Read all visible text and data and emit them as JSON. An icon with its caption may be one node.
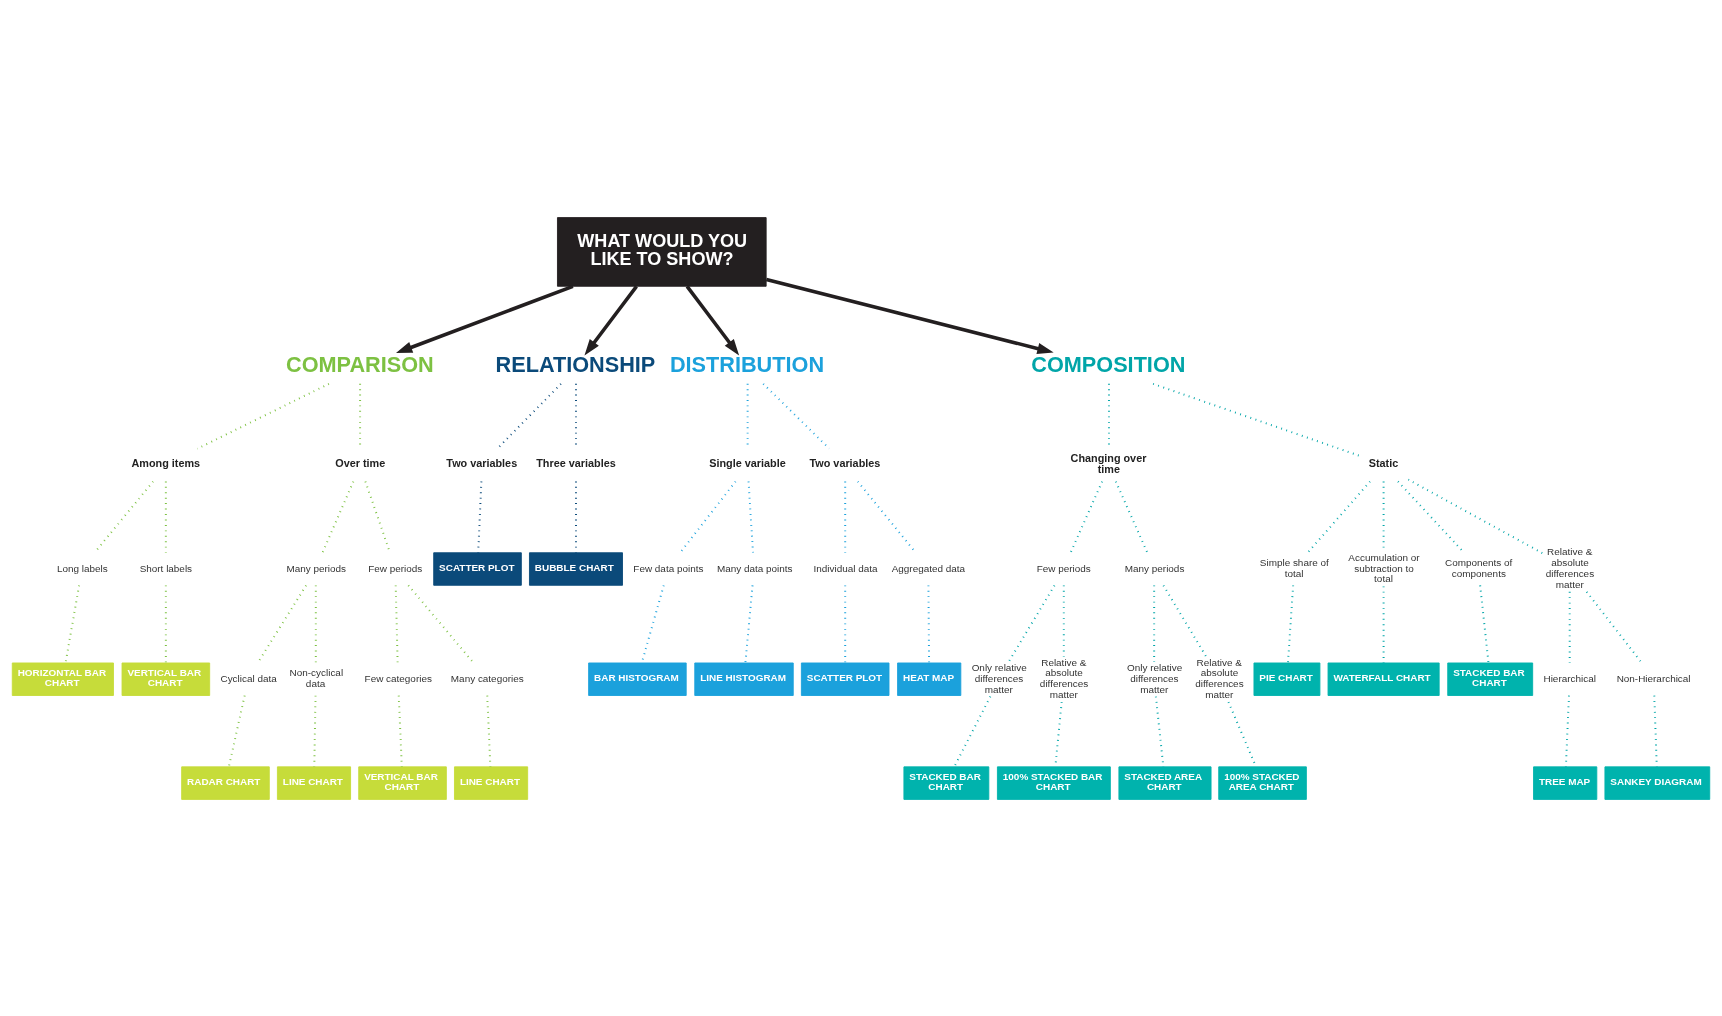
{
  "diagram": {
    "nodes": [
      {
        "text": [
          "WHAT WOULD YOU LIKE TO SHOW?"
        ]
      },
      {
        "text": [
          "COMPARISON"
        ]
      },
      {
        "text": [
          "RELATIONSHIP"
        ]
      },
      {
        "text": [
          "DISTRIBUTION"
        ]
      },
      {
        "text": [
          "COMPOSITION"
        ]
      },
      {
        "text": [
          "Among items"
        ]
      },
      {
        "text": [
          "Over time"
        ]
      },
      {
        "text": [
          "Long labels"
        ]
      },
      {
        "text": [
          "Short labels"
        ]
      },
      {
        "text": [
          "Many periods"
        ]
      },
      {
        "text": [
          "Few periods"
        ]
      },
      {
        "text": [
          "Cyclical data"
        ]
      },
      {
        "text": [
          "Non-cyclical data"
        ]
      },
      {
        "text": [
          "Few categories"
        ]
      },
      {
        "text": [
          "Many categories"
        ]
      },
      {
        "text": [
          "HORIZONTAL BAR CHART"
        ]
      },
      {
        "text": [
          "VERTICAL BAR CHART"
        ]
      },
      {
        "text": [
          "RADAR CHART"
        ]
      },
      {
        "text": [
          "LINE CHART"
        ]
      },
      {
        "text": [
          "VERTICAL BAR CHART"
        ]
      },
      {
        "text": [
          "LINE CHART"
        ]
      },
      {
        "text": [
          "Two variables"
        ]
      },
      {
        "text": [
          "Three variables"
        ]
      },
      {
        "text": [
          "SCATTER PLOT"
        ]
      },
      {
        "text": [
          "BUBBLE CHART"
        ]
      },
      {
        "text": [
          "Single variable"
        ]
      },
      {
        "text": [
          "Two variables"
        ]
      },
      {
        "text": [
          "Few data points"
        ]
      },
      {
        "text": [
          "Many data points"
        ]
      },
      {
        "text": [
          "BAR HISTOGRAM"
        ]
      },
      {
        "text": [
          "LINE HISTOGRAM"
        ]
      },
      {
        "text": [
          "Individual data"
        ]
      },
      {
        "text": [
          "Aggregated data"
        ]
      },
      {
        "text": [
          "SCATTER PLOT"
        ]
      },
      {
        "text": [
          "HEAT MAP"
        ]
      },
      {
        "text": [
          "Changing over time"
        ]
      },
      {
        "text": [
          "Static"
        ]
      },
      {
        "text": [
          "Few periods"
        ]
      },
      {
        "text": [
          "Many periods"
        ]
      },
      {
        "text": [
          "Only relative differences matter"
        ]
      },
      {
        "text": [
          "Relative & absolute differences matter"
        ]
      },
      {
        "text": [
          "Only relative differences matter"
        ]
      },
      {
        "text": [
          "Relative & absolute differences matter"
        ]
      },
      {
        "text": [
          "STACKED BAR CHART"
        ]
      },
      {
        "text": [
          "100% STACKED BAR CHART"
        ]
      },
      {
        "text": [
          "STACKED AREA CHART"
        ]
      },
      {
        "text": [
          "100% STACKED AREA CHART"
        ]
      },
      {
        "text": [
          "Simple share of total"
        ]
      },
      {
        "text": [
          "Accumulation or subtraction to total"
        ]
      },
      {
        "text": [
          "Components of components"
        ]
      },
      {
        "text": [
          "Relative & absolute differences matter"
        ]
      },
      {
        "text": [
          "PIE CHART"
        ]
      },
      {
        "text": [
          "WATERFALL CHART"
        ]
      },
      {
        "text": [
          "STACKED BAR CHART"
        ]
      },
      {
        "text": [
          "Hierarchical"
        ]
      },
      {
        "text": [
          "Non-Hierarchical"
        ]
      },
      {
        "text": [
          "TREE MAP"
        ]
      },
      {
        "text": [
          "SANKEY DIAGRAM"
        ]
      }
    ],
    "edges": [
      {
        "from": 0,
        "to": 1,
        "arrow": "to",
        "color": "#231f20"
      },
      {
        "from": 0,
        "to": 2,
        "arrow": "to",
        "color": "#231f20"
      },
      {
        "from": 0,
        "to": 3,
        "arrow": "to",
        "color": "#231f20"
      },
      {
        "from": 0,
        "to": 4,
        "arrow": "to",
        "color": "#231f20"
      },
      {
        "from": 1,
        "to": 5,
        "arrow": "none",
        "style": "dashed",
        "color": "#7dc142"
      },
      {
        "from": 1,
        "to": 6,
        "arrow": "none",
        "style": "dashed",
        "color": "#7dc142"
      },
      {
        "from": 5,
        "to": 7,
        "arrow": "none",
        "style": "dashed",
        "color": "#7dc142"
      },
      {
        "from": 5,
        "to": 8,
        "arrow": "none",
        "style": "dashed",
        "color": "#7dc142"
      },
      {
        "from": 6,
        "to": 9,
        "arrow": "none",
        "style": "dashed",
        "color": "#7dc142"
      },
      {
        "from": 6,
        "to": 10,
        "arrow": "none",
        "style": "dashed",
        "color": "#7dc142"
      },
      {
        "from": 9,
        "to": 11,
        "arrow": "none",
        "style": "dashed",
        "color": "#7dc142"
      },
      {
        "from": 9,
        "to": 12,
        "arrow": "none",
        "style": "dashed",
        "color": "#7dc142"
      },
      {
        "from": 10,
        "to": 13,
        "arrow": "none",
        "style": "dashed",
        "color": "#7dc142"
      },
      {
        "from": 10,
        "to": 14,
        "arrow": "none",
        "style": "dashed",
        "color": "#7dc142"
      },
      {
        "from": 7,
        "to": 15,
        "arrow": "none",
        "style": "dashed",
        "color": "#7dc142"
      },
      {
        "from": 8,
        "to": 16,
        "arrow": "none",
        "style": "dashed",
        "color": "#7dc142"
      },
      {
        "from": 11,
        "to": 17,
        "arrow": "none",
        "style": "dashed",
        "color": "#7dc142"
      },
      {
        "from": 12,
        "to": 18,
        "arrow": "none",
        "style": "dashed",
        "color": "#7dc142"
      },
      {
        "from": 13,
        "to": 19,
        "arrow": "none",
        "style": "dashed",
        "color": "#7dc142"
      },
      {
        "from": 14,
        "to": 20,
        "arrow": "none",
        "style": "dashed",
        "color": "#7dc142"
      },
      {
        "from": 2,
        "to": 21,
        "arrow": "none",
        "style": "dashed",
        "color": "#0b4a7a"
      },
      {
        "from": 2,
        "to": 22,
        "arrow": "none",
        "style": "dashed",
        "color": "#0b4a7a"
      },
      {
        "from": 21,
        "to": 23,
        "arrow": "none",
        "style": "dashed",
        "color": "#0b4a7a"
      },
      {
        "from": 22,
        "to": 24,
        "arrow": "none",
        "style": "dashed",
        "color": "#0b4a7a"
      },
      {
        "from": 3,
        "to": 25,
        "arrow": "none",
        "style": "dashed",
        "color": "#1ba1dc"
      },
      {
        "from": 3,
        "to": 26,
        "arrow": "none",
        "style": "dashed",
        "color": "#1ba1dc"
      },
      {
        "from": 25,
        "to": 27,
        "arrow": "none",
        "style": "dashed",
        "color": "#1ba1dc"
      },
      {
        "from": 25,
        "to": 28,
        "arrow": "none",
        "style": "dashed",
        "color": "#1ba1dc"
      },
      {
        "from": 27,
        "to": 29,
        "arrow": "none",
        "style": "dashed",
        "color": "#1ba1dc"
      },
      {
        "from": 28,
        "to": 30,
        "arrow": "none",
        "style": "dashed",
        "color": "#1ba1dc"
      },
      {
        "from": 26,
        "to": 31,
        "arrow": "none",
        "style": "dashed",
        "color": "#1ba1dc"
      },
      {
        "from": 26,
        "to": 32,
        "arrow": "none",
        "style": "dashed",
        "color": "#1ba1dc"
      },
      {
        "from": 31,
        "to": 33,
        "arrow": "none",
        "style": "dashed",
        "color": "#1ba1dc"
      },
      {
        "from": 32,
        "to": 34,
        "arrow": "none",
        "style": "dashed",
        "color": "#1ba1dc"
      },
      {
        "from": 4,
        "to": 35,
        "arrow": "none",
        "style": "dashed"
      },
      {
        "from": 4,
        "to": 36,
        "arrow": "none",
        "style": "dashed"
      },
      {
        "from": 35,
        "to": 37,
        "arrow": "none",
        "style": "dashed"
      },
      {
        "from": 35,
        "to": 38,
        "arrow": "none",
        "style": "dashed"
      },
      {
        "from": 37,
        "to": 39,
        "arrow": "none",
        "style": "dashed"
      },
      {
        "from": 37,
        "to": 40,
        "arrow": "none",
        "style": "dashed"
      },
      {
        "from": 38,
        "to": 41,
        "arrow": "none",
        "style": "dashed"
      },
      {
        "from": 38,
        "to": 42,
        "arrow": "none",
        "style": "dashed"
      },
      {
        "from": 39,
        "to": 43,
        "arrow": "none",
        "style": "dashed"
      },
      {
        "from": 40,
        "to": 44,
        "arrow": "none",
        "style": "dashed"
      },
      {
        "from": 41,
        "to": 45,
        "arrow": "none",
        "style": "dashed"
      },
      {
        "from": 42,
        "to": 46,
        "arrow": "none",
        "style": "dashed"
      },
      {
        "from": 36,
        "to": 47,
        "arrow": "none",
        "style": "dashed"
      },
      {
        "from": 36,
        "to": 48,
        "arrow": "none",
        "style": "dashed"
      },
      {
        "from": 36,
        "to": 49,
        "arrow": "none",
        "style": "dashed"
      },
      {
        "from": 36,
        "to": 50,
        "arrow": "none",
        "style": "dashed"
      },
      {
        "from": 47,
        "to": 51,
        "arrow": "none",
        "style": "dashed"
      },
      {
        "from": 48,
        "to": 52,
        "arrow": "none",
        "style": "dashed"
      },
      {
        "from": 49,
        "to": 53,
        "arrow": "none",
        "style": "dashed"
      },
      {
        "from": 50,
        "to": 54,
        "arrow": "none",
        "style": "dashed"
      },
      {
        "from": 50,
        "to": 55,
        "arrow": "none",
        "style": "dashed"
      },
      {
        "from": 54,
        "to": 56,
        "arrow": "none",
        "style": "dashed"
      },
      {
        "from": 55,
        "to": 57,
        "arrow": "none",
        "style": "dashed"
      }
    ]
  }
}
